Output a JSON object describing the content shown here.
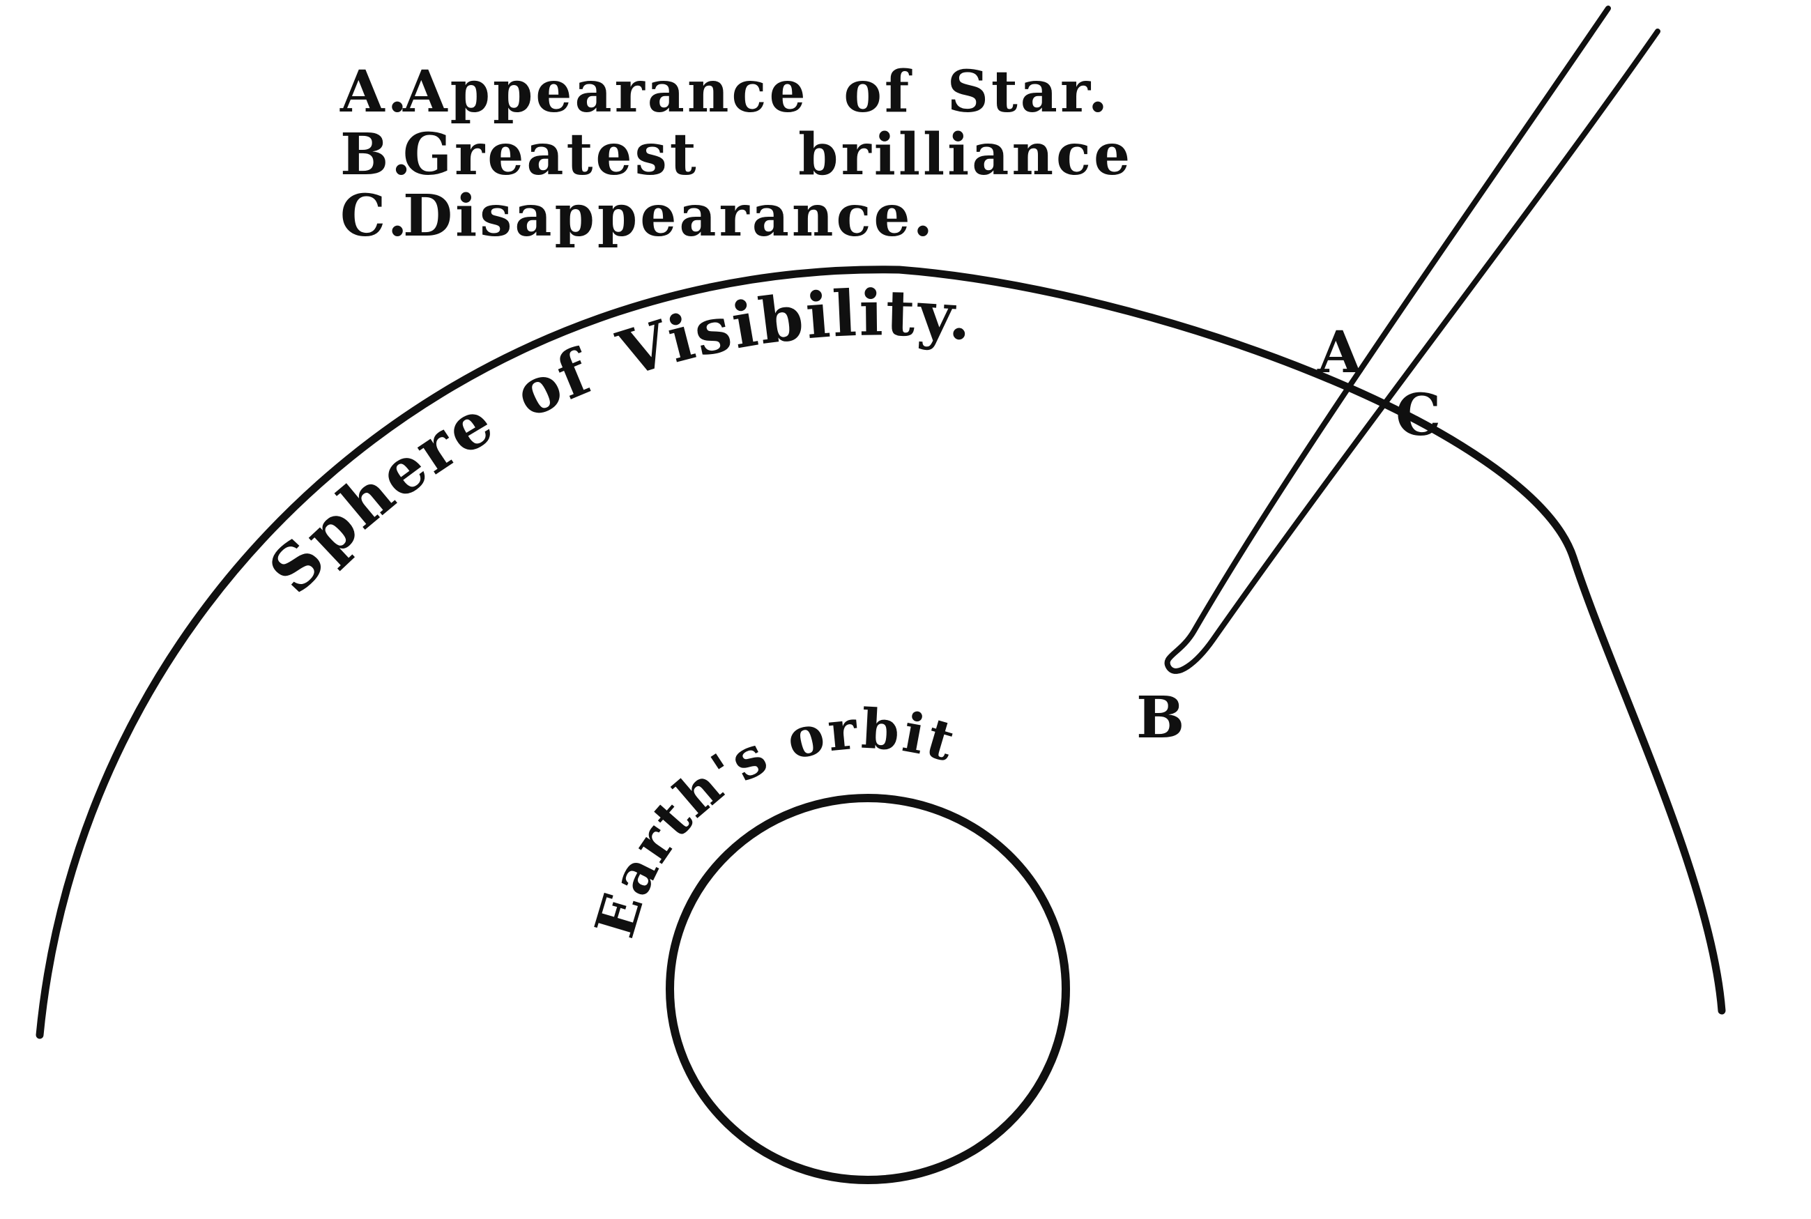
{
  "colors": {
    "ink": "#101010",
    "background": "#ffffff"
  },
  "legend": {
    "items": [
      {
        "key": "A.",
        "label": "Appearance of Star."
      },
      {
        "key": "B.",
        "label": "Greatest brilliance"
      },
      {
        "key": "C.",
        "label": "Disappearance."
      }
    ]
  },
  "diagram": {
    "sphere_label": "Sphere of Visibility.",
    "orbit_label": "Earth's orbit",
    "points": {
      "a": "A",
      "b": "B",
      "c": "C"
    }
  }
}
